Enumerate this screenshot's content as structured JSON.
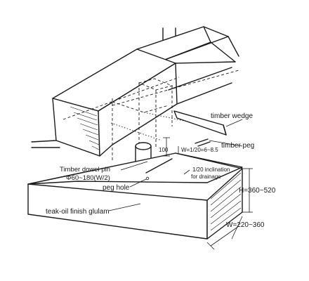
{
  "labels": {
    "timber_wedge": "timber wedge",
    "timber_peg": "timber peg",
    "timber_dowel_pin_line1": "Timber dowel pin",
    "timber_dowel_pin_line2": "Φ60~180(W/2)",
    "peg_hole": "peg hole",
    "glulam": "teak-oil finish glulam",
    "inclination_line1": "1/20 inclination",
    "inclination_line2": "for drainage",
    "dim_100": "100",
    "dim_w": "W=1/20=6~8.5",
    "height": "H=360~520",
    "width": "W=220~360"
  }
}
